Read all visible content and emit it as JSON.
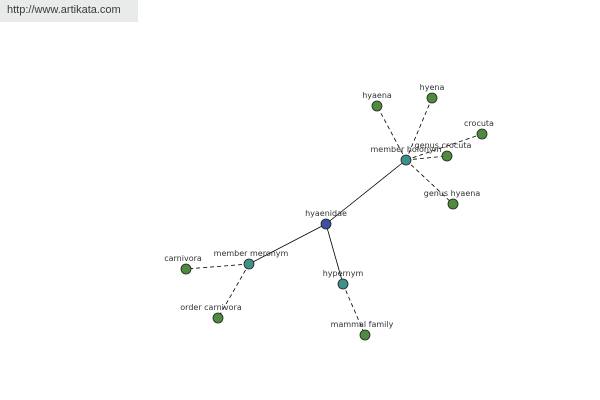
{
  "header": {
    "url_text": "http://www.artikata.com"
  },
  "colors": {
    "center_node": "#3e4fa0",
    "relation_node": "#3f8f8a",
    "leaf_node": "#4f8a3e",
    "edge": "#000000"
  },
  "graph": {
    "center": {
      "label": "hyaenidae"
    },
    "relations": [
      {
        "label": "member holonym",
        "leaves": [
          {
            "label": "hyaena"
          },
          {
            "label": "hyena"
          },
          {
            "label": "crocuta"
          },
          {
            "label": "genus crocuta"
          },
          {
            "label": "genus hyaena"
          }
        ]
      },
      {
        "label": "member meronym",
        "leaves": [
          {
            "label": "carnivora"
          },
          {
            "label": "order carnivora"
          }
        ]
      },
      {
        "label": "hypernym",
        "leaves": [
          {
            "label": "mammal family"
          }
        ]
      }
    ]
  }
}
